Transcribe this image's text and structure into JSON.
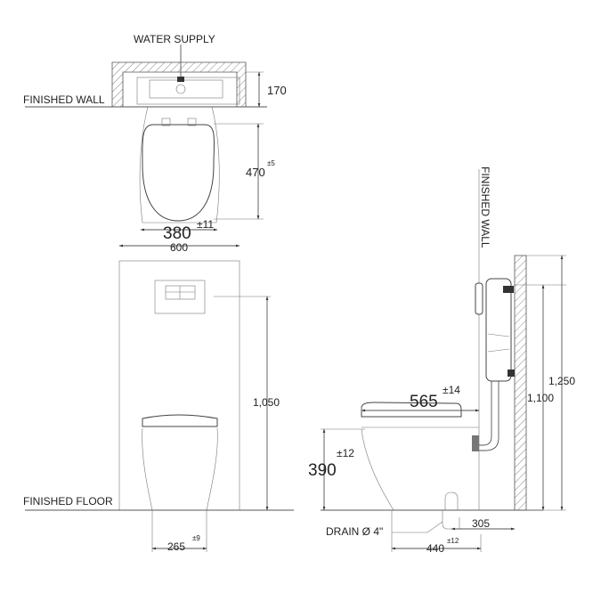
{
  "labels": {
    "water_supply": "WATER SUPPLY",
    "finished_wall_top": "FINISHED WALL",
    "finished_floor": "FINISHED FLOOR",
    "finished_wall_side": "FINISHED WALL",
    "drain": "DRAIN Ø 4\""
  },
  "dimensions": {
    "plan_depth": "170",
    "seat_length": "470",
    "seat_length_tol": "±5",
    "seat_width": "380",
    "seat_width_tol": "±11",
    "frame_width": "600",
    "frame_height": "1,050",
    "base_width": "265",
    "base_width_tol": "±9",
    "side_length": "565",
    "side_length_tol": "±14",
    "seat_height": "390",
    "seat_height_tol": "±12",
    "drain_offset": "305",
    "drain_to_front": "440",
    "drain_to_front_tol": "±12",
    "supply_height": "1,100",
    "frame_total_height": "1,250"
  }
}
